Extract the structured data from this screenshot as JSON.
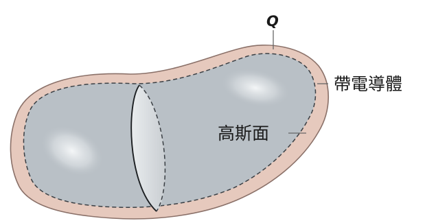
{
  "figure": {
    "labels": {
      "charge": "Q",
      "conductor": "帶電導體",
      "gaussian_surface": "高斯面"
    },
    "colors": {
      "background": "#ffffff",
      "conductor_shell": "#e6c9bd",
      "conductor_shell_edge": "#8a7068",
      "conductor_interior": "#b9c0c6",
      "highlight": "#f4f6f7",
      "gaussian_surface_line": "#3a3f44",
      "cross_section_fill": "#d7dbde",
      "cross_section_line": "#1c1f22",
      "leader_line": "#666666"
    }
  }
}
